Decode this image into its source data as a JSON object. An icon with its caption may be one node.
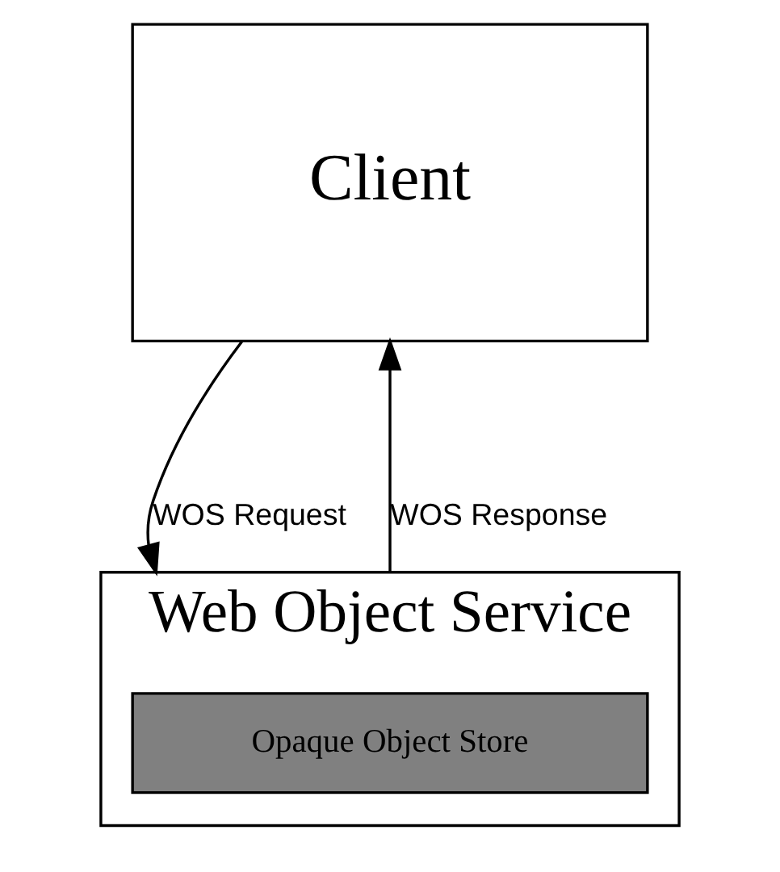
{
  "diagram": {
    "nodes": [
      {
        "text": [
          "Client"
        ]
      },
      {
        "text": [
          "Web Object Service"
        ]
      },
      {
        "text": [
          "Opaque Object Store"
        ],
        "in": 1
      }
    ],
    "edges": [
      {
        "from": 0,
        "to": 1,
        "arrow": "to",
        "label": "WOS Request"
      },
      {
        "from": 1,
        "to": 0,
        "arrow": "to",
        "label": "WOS Response"
      }
    ]
  }
}
